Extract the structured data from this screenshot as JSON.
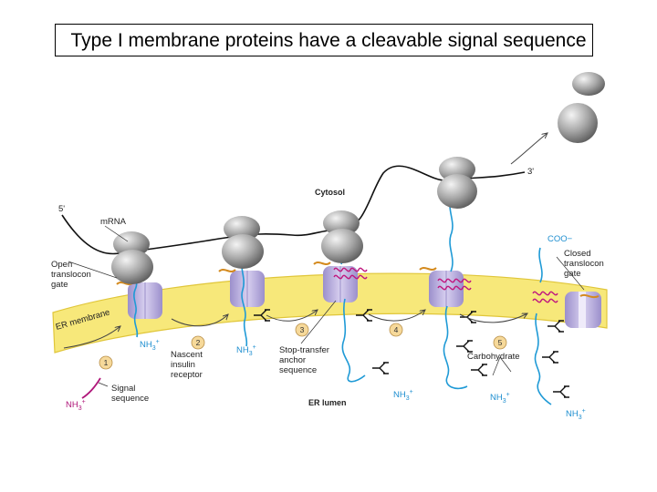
{
  "title": "Type I membrane proteins have a cleavable signal sequence",
  "labels": {
    "five_prime": "5'",
    "three_prime": "3'",
    "mrna": "mRNA",
    "cytosol": "Cytosol",
    "er_lumen": "ER lumen",
    "er_membrane": "ER membrane",
    "open_gate": [
      "Open",
      "translocon",
      "gate"
    ],
    "closed_gate": [
      "Closed",
      "translocon",
      "gate"
    ],
    "coo": "COO−",
    "nascent": [
      "Nascent",
      "insulin",
      "receptor"
    ],
    "stop_transfer": [
      "Stop-transfer",
      "anchor",
      "sequence"
    ],
    "signal_sequence": [
      "Signal",
      "sequence"
    ],
    "carbohydrate": "Carbohydrate",
    "nh3": [
      "NH",
      "3",
      "+"
    ]
  },
  "steps": [
    "1",
    "2",
    "3",
    "4",
    "5"
  ],
  "colors": {
    "membrane": "#f7e87a",
    "membrane_edge": "#e0c63a",
    "translocon": "#b9aedb",
    "protein": "#1f9ad6",
    "signal": "#b0177a",
    "helix": "#c0187f",
    "ribosome": "#8a8a8a",
    "orange": "#d48a1e"
  }
}
